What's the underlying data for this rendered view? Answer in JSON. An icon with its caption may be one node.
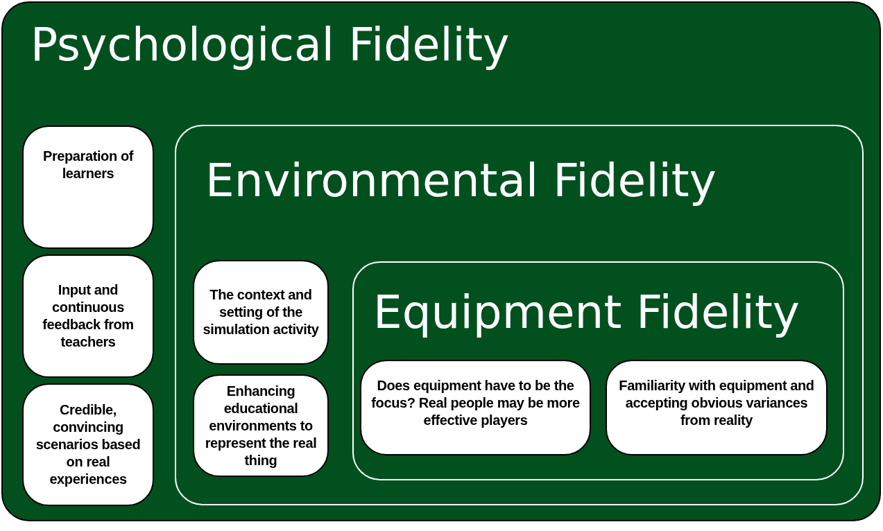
{
  "diagram": {
    "nodes": [
      {
        "text": [
          "Psychological Fidelity"
        ]
      },
      {
        "text": [
          "Preparation of learners"
        ],
        "in": 0
      },
      {
        "text": [
          "Input and continuous feedback from teachers"
        ],
        "in": 0
      },
      {
        "text": [
          "Credible, convincing scenarios based on real experiences"
        ],
        "in": 0
      },
      {
        "text": [
          "Environmental Fidelity"
        ],
        "in": 0
      },
      {
        "text": [
          "The context and setting of the simulation activity"
        ],
        "in": 4
      },
      {
        "text": [
          "Enhancing educational environments to represent the real thing"
        ],
        "in": 4
      },
      {
        "text": [
          "Equipment Fidelity"
        ],
        "in": 4
      },
      {
        "text": [
          "Does equipment have to be the focus? Real people may be more effective players"
        ],
        "in": 7
      },
      {
        "text": [
          "Familiarity with equipment and accepting obvious variances from reality"
        ],
        "in": 7
      }
    ]
  }
}
